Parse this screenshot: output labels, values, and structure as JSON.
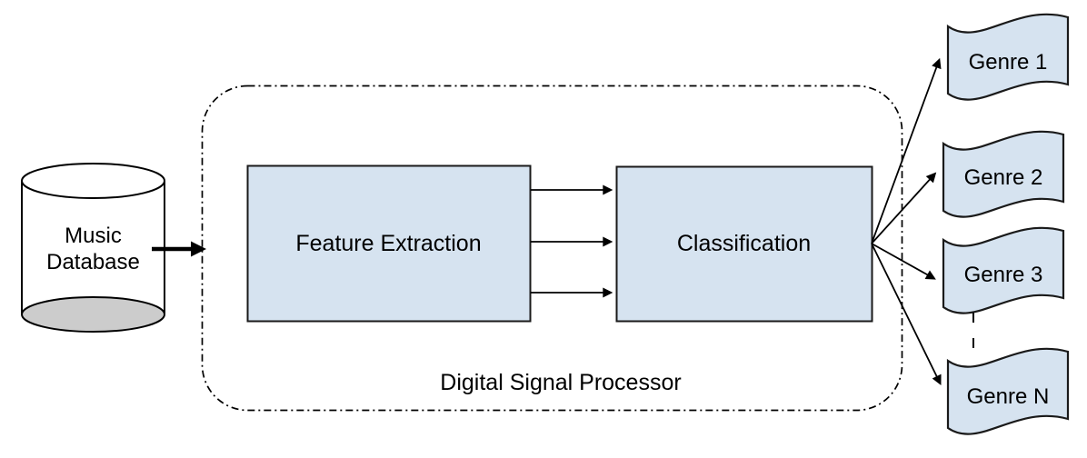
{
  "diagram": {
    "title": "Digital Signal Processor",
    "database": {
      "label": "Music Database",
      "shape": "cylinder-icon"
    },
    "processor": {
      "label": "Digital Signal Processor",
      "boundary_style": "dash-dot rounded rectangle",
      "blocks": [
        {
          "label": "Feature Extraction"
        },
        {
          "label": "Classification"
        }
      ],
      "internal_arrows": 3
    },
    "genres": [
      {
        "label": "Genre 1"
      },
      {
        "label": "Genre 2"
      },
      {
        "label": "Genre 3"
      },
      {
        "label": "Genre N"
      }
    ],
    "ellipsis_between": "Genre 3 and Genre N",
    "flow": "Music Database -> Feature Extraction -> Classification -> Genres",
    "colors": {
      "node_fill": "#d6e3f0",
      "node_border": "#1a1a1a",
      "cylinder_fill": "#ffffff",
      "cylinder_bottom_fill": "#cccccc",
      "line": "#000000",
      "background": "#ffffff"
    }
  }
}
